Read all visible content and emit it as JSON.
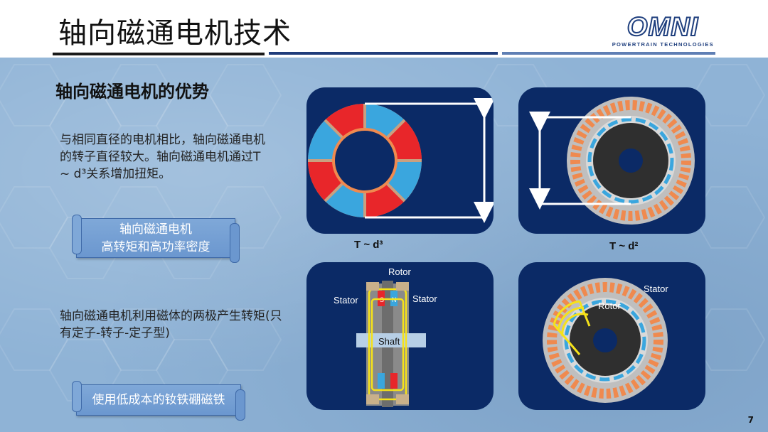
{
  "header": {
    "title": "轴向磁通电机技术",
    "logo": {
      "text": "OMNI",
      "subtitle": "POWERTRAIN TECHNOLOGIES"
    }
  },
  "content": {
    "heading": "轴向磁通电机的优势",
    "paragraph_1": "与相同直径的电机相比，轴向磁通电机的转子直径较大。轴向磁通电机通过T ~ d³关系增加扭矩。",
    "banner_1": {
      "line_1": "轴向磁通电机",
      "line_2": "高转矩和高功率密度"
    },
    "paragraph_2": "轴向磁通电机利用磁体的两极产生转矩(只有定子-转子-定子型)",
    "banner_2": "使用低成本的钕铁硼磁铁"
  },
  "figures": {
    "caption_axial": "T ~ d³",
    "caption_radial": "T ~ d²",
    "axial_section": {
      "rotor": "Rotor",
      "stator_left": "Stator",
      "stator_right": "Stator",
      "shaft": "Shaft",
      "pole_n": "N",
      "pole_s": "S"
    },
    "radial_section": {
      "stator": "Stator",
      "rotor": "Rotor"
    }
  },
  "page_number": "7",
  "colors": {
    "panel_bg": "#0b2a66",
    "banner_fill": "#7fa8d8",
    "magnet_red": "#e8262a",
    "coil_orange": "#ef8a4f",
    "magnet_blue": "#3aa6de",
    "flux_yellow": "#f5e21a"
  }
}
